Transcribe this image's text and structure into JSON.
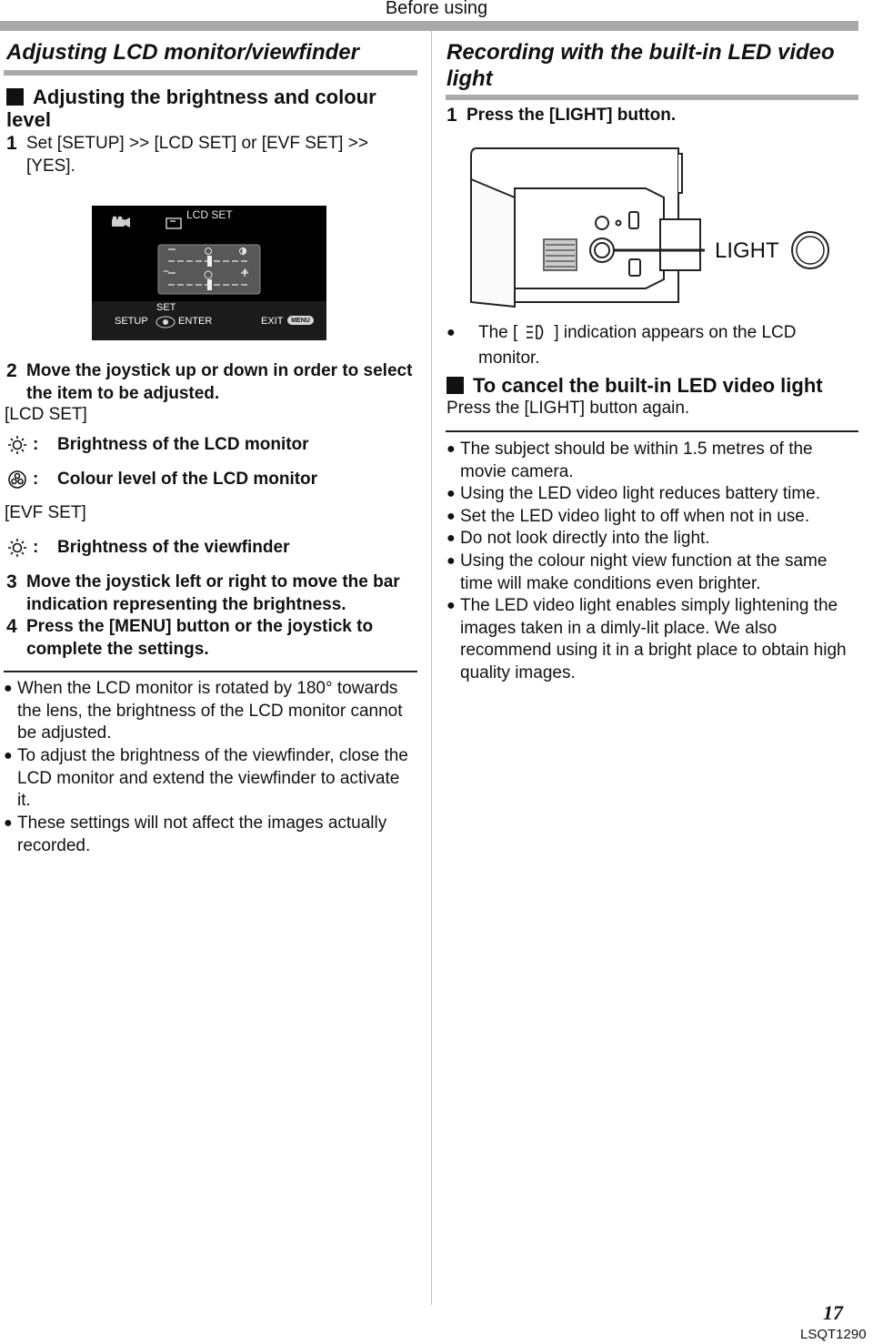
{
  "header": {
    "title": "Before using"
  },
  "left": {
    "section_title": "Adjusting LCD monitor/viewfinder",
    "subheading": "Adjusting the brightness and colour level",
    "step1_num": "1",
    "step1_text": "Set [SETUP] >> [LCD SET] or [EVF SET] >> [YES].",
    "screen": {
      "title": "LCD SET",
      "set_label": "SET",
      "setup_label": "SETUP",
      "enter_label": "ENTER",
      "exit_label": "EXIT",
      "menu_label": "MENU",
      "minus": "−",
      "plus": "+"
    },
    "step2_num": "2",
    "step2_text": "Move the joystick up or down in order to select the item to be adjusted.",
    "lcd_set_label": "[LCD SET]",
    "lcd_items": [
      {
        "colon": ":",
        "text": "Brightness of the LCD monitor",
        "icon": "brightness-icon"
      },
      {
        "colon": ":",
        "text": "Colour level of the LCD monitor",
        "icon": "colour-icon"
      }
    ],
    "evf_set_label": "[EVF SET]",
    "evf_items": [
      {
        "colon": ":",
        "text": "Brightness of the viewfinder",
        "icon": "brightness-icon"
      }
    ],
    "step3_num": "3",
    "step3_text": "Move the joystick left or right to move the bar indication representing the brightness.",
    "step4_num": "4",
    "step4_text": "Press the [MENU] button or the joystick to complete the settings.",
    "bullets": [
      "When the LCD monitor is rotated by 180° towards the lens, the brightness of the LCD monitor cannot be adjusted.",
      "To adjust the brightness of the viewfinder, close the LCD monitor and extend the viewfinder to activate it.",
      "These settings will not affect the images actually recorded."
    ]
  },
  "right": {
    "section_title": "Recording with the built-in LED video light",
    "step1_num": "1",
    "step1_text": "Press the [LIGHT] button.",
    "callout_label": "LIGHT",
    "indication_before": "The [",
    "indication_after": "] indication appears on the LCD monitor.",
    "cancel_heading": "To cancel the built-in LED video light",
    "cancel_text": "Press the [LIGHT] button again.",
    "bullets": [
      "The subject should be within 1.5 metres of the movie camera.",
      "Using the LED video light reduces battery time.",
      "Set the LED video light to off when not in use.",
      "Do not look directly into the light.",
      "Using the colour night view function at the same time will make conditions even brighter.",
      "The LED video light enables simply lightening the images taken in a dimly-lit place. We also recommend using it in a bright place to obtain high quality images."
    ]
  },
  "footer": {
    "page_number": "17",
    "code": "LSQT1290"
  },
  "bullet_glyph": "●"
}
